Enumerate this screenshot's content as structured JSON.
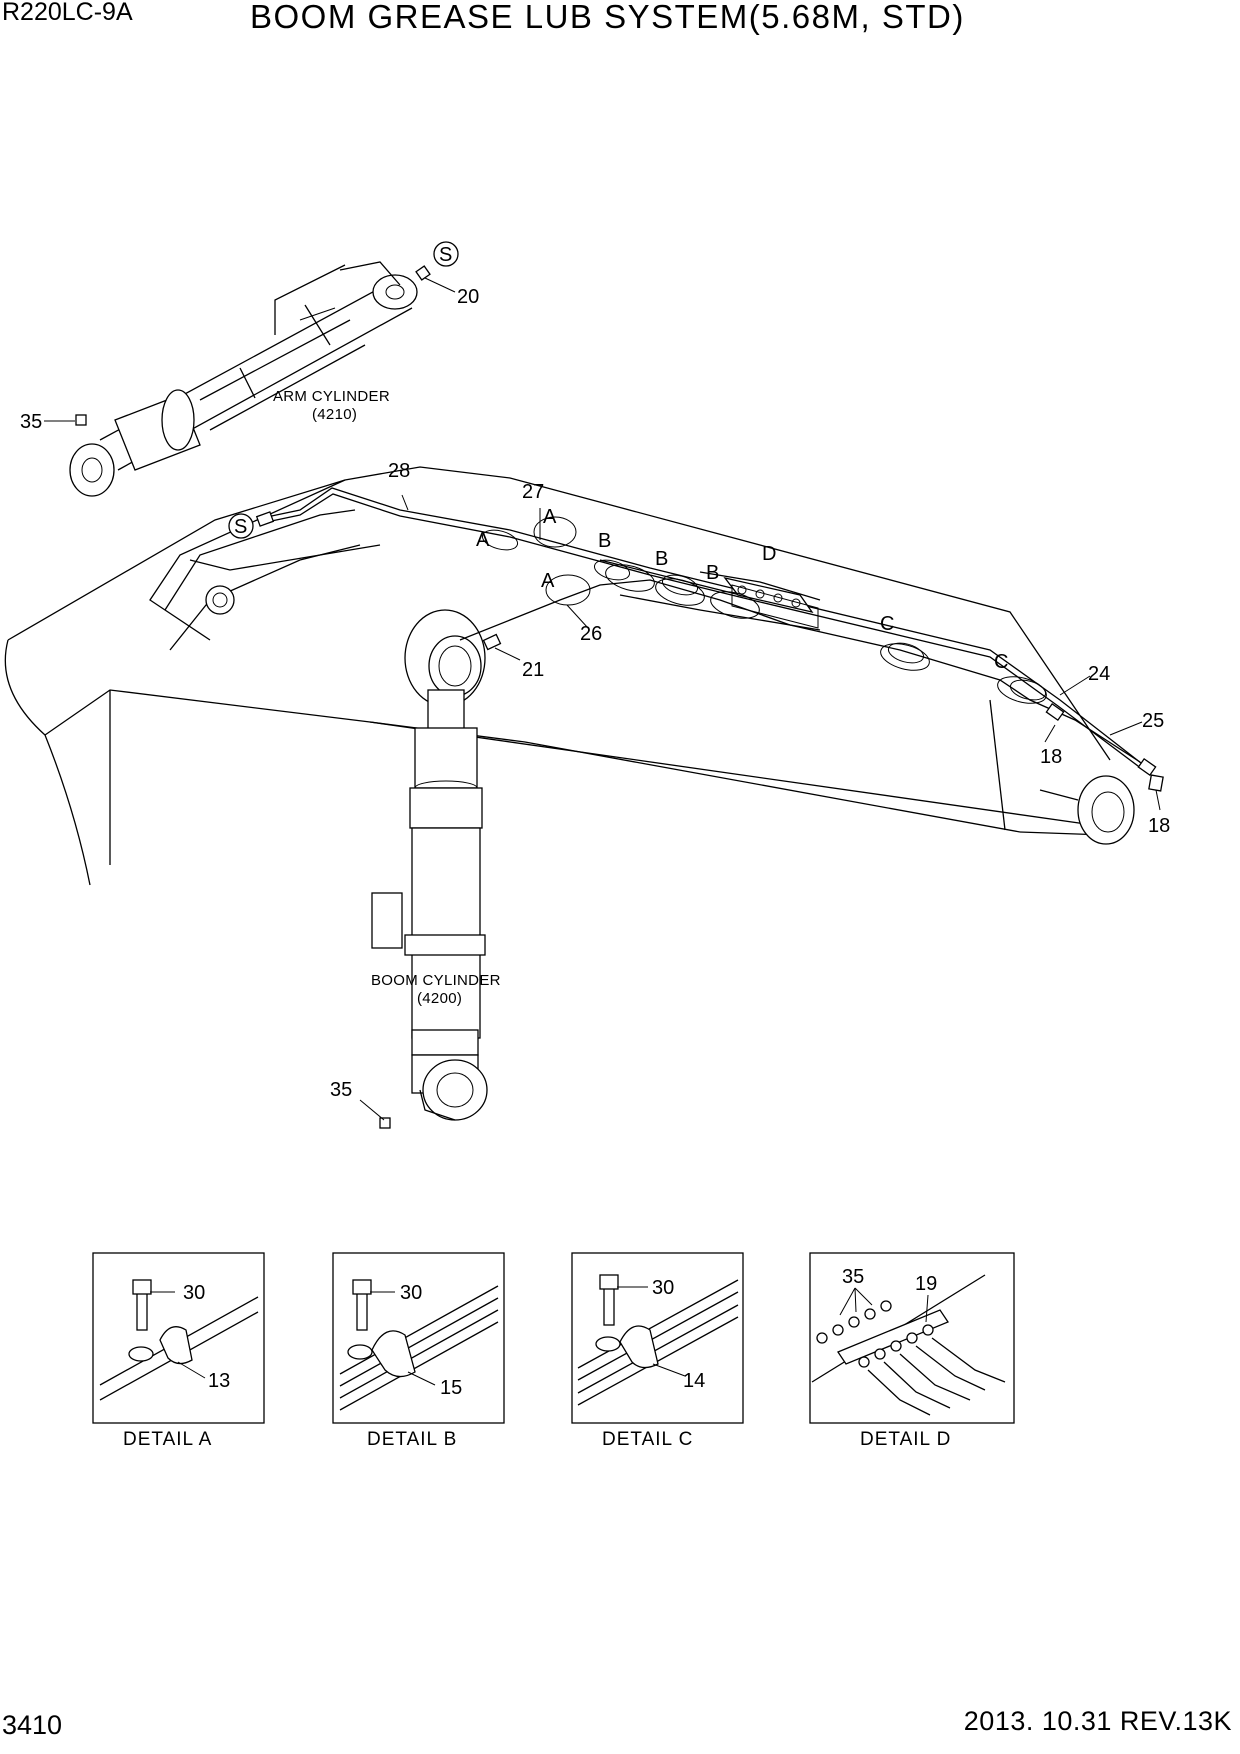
{
  "header": {
    "model": "R220LC-9A",
    "title": "BOOM GREASE LUB SYSTEM(5.68M, STD)"
  },
  "footer": {
    "page_number": "3410",
    "date_rev": "2013. 10.31  REV.13K"
  },
  "components": {
    "arm_cylinder": {
      "name": "ARM CYLINDER",
      "code": "(4210)"
    },
    "boom_cylinder": {
      "name": "BOOM CYLINDER",
      "code": "(4200)"
    }
  },
  "symbols": {
    "s_top": "S",
    "s_left": "S"
  },
  "callouts": {
    "c20": "20",
    "c35_arm": "35",
    "c28": "28",
    "c27": "27",
    "c26": "26",
    "c21": "21",
    "c24": "24",
    "c25": "25",
    "c18_a": "18",
    "c18_b": "18",
    "c35_boom": "35"
  },
  "detail_markers": {
    "a1": "A",
    "a2": "A",
    "a3": "A",
    "b1": "B",
    "b2": "B",
    "b3": "B",
    "c1": "C",
    "c2": "C",
    "d1": "D"
  },
  "details": [
    {
      "caption": "DETAIL  A",
      "bolt": "30",
      "clamp": "13"
    },
    {
      "caption": "DETAIL  B",
      "bolt": "30",
      "clamp": "15"
    },
    {
      "caption": "DETAIL  C",
      "bolt": "30",
      "clamp": "14"
    },
    {
      "caption": "DETAIL  D",
      "fitting": "35",
      "hose": "19"
    }
  ]
}
